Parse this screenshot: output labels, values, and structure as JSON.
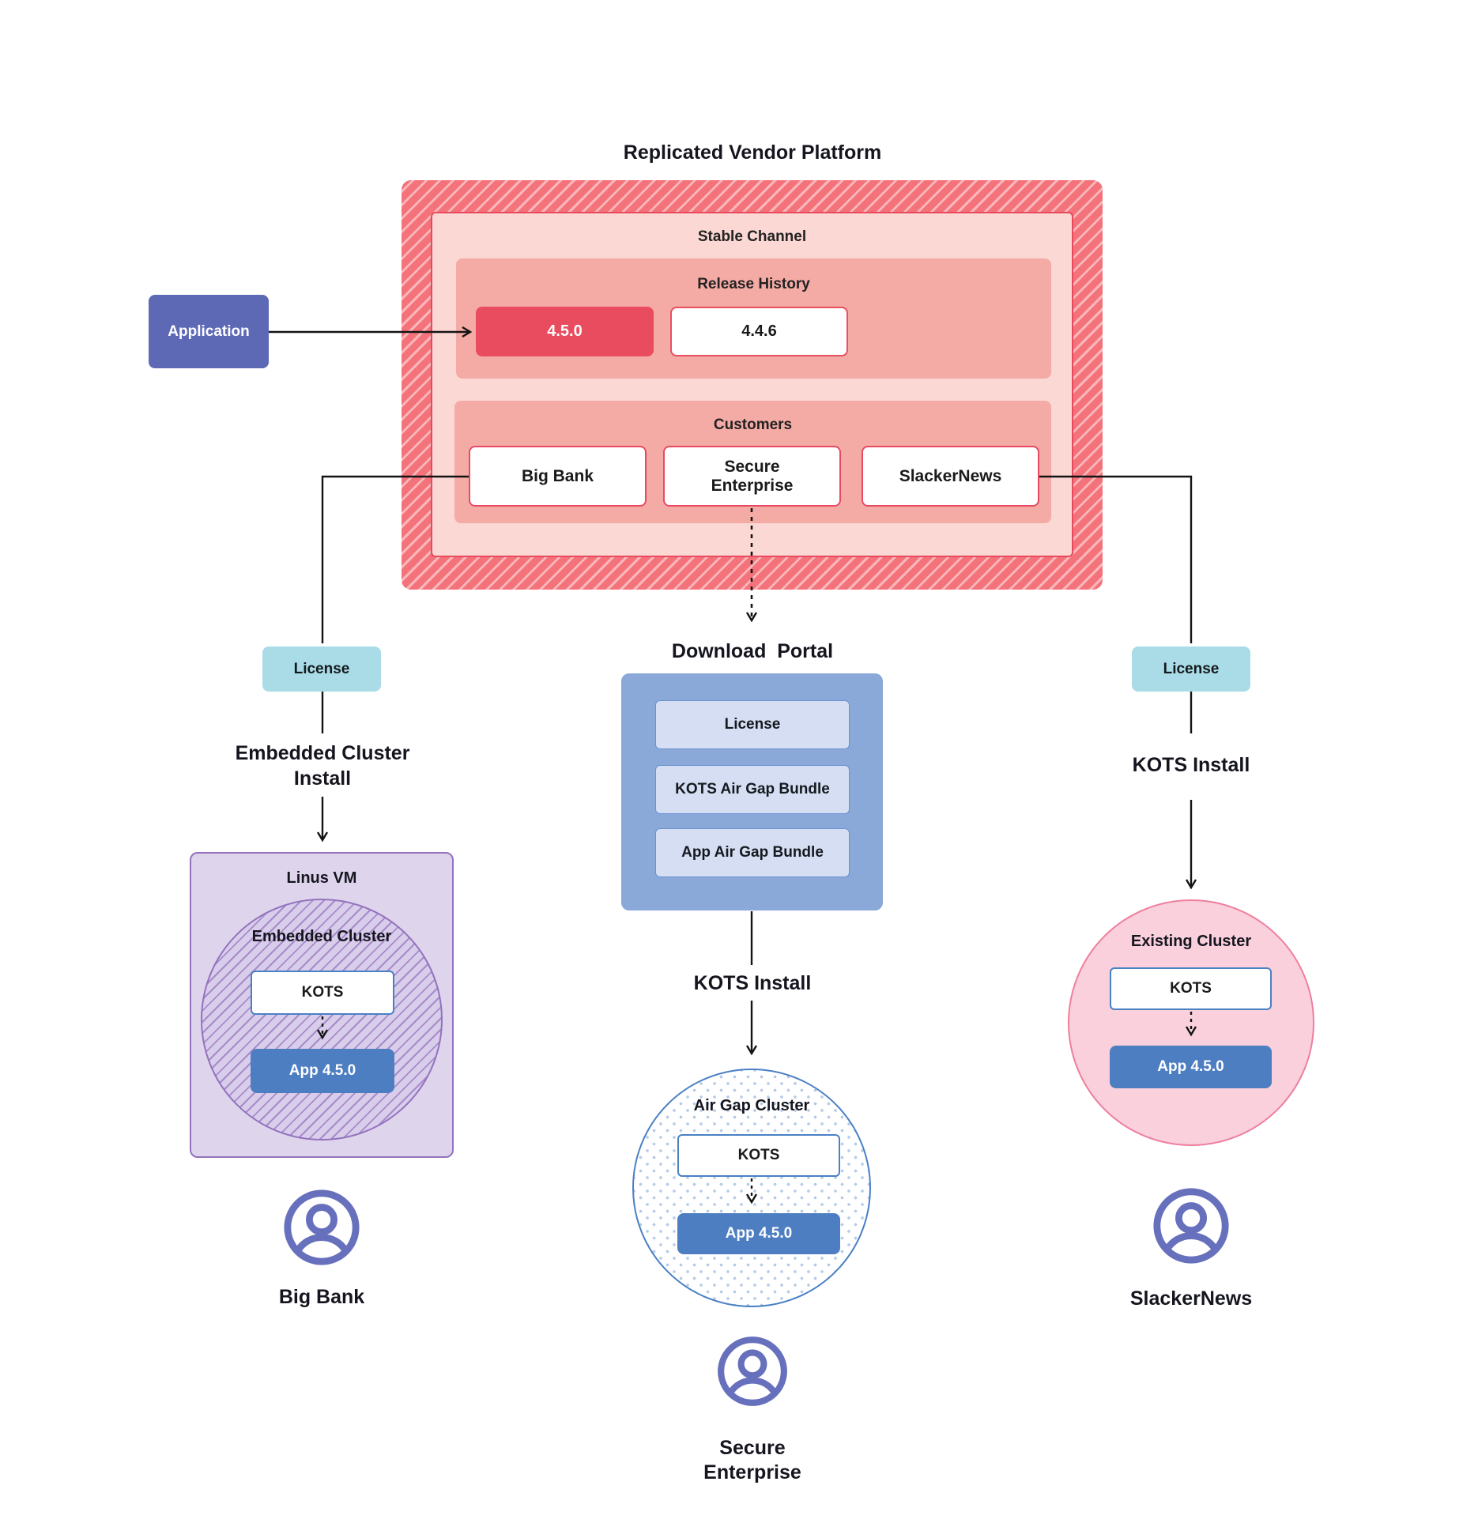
{
  "title": "Replicated Vendor Platform",
  "application_label": "Application",
  "platform": {
    "stable_channel_label": "Stable Channel",
    "release_history": {
      "label": "Release History",
      "releases": [
        {
          "version": "4.5.0",
          "current": true
        },
        {
          "version": "4.4.6",
          "current": false
        }
      ]
    },
    "customers": {
      "label": "Customers",
      "items": [
        "Big Bank",
        "Secure\nEnterprise",
        "SlackerNews"
      ]
    }
  },
  "left_branch": {
    "license_label": "License",
    "install_label": "Embedded Cluster\nInstall",
    "vm_label": "Linus VM",
    "cluster_label": "Embedded Cluster",
    "kots_label": "KOTS",
    "app_label": "App 4.5.0",
    "user_label": "Big Bank"
  },
  "middle_branch": {
    "portal_label": "Download  Portal",
    "portal_items": [
      "License",
      "KOTS Air Gap Bundle",
      "App Air Gap Bundle"
    ],
    "install_label": "KOTS Install",
    "cluster_label": "Air Gap Cluster",
    "kots_label": "KOTS",
    "app_label": "App 4.5.0",
    "user_label": "Secure\nEnterprise"
  },
  "right_branch": {
    "license_label": "License",
    "install_label": "KOTS Install",
    "cluster_label": "Existing Cluster",
    "kots_label": "KOTS",
    "app_label": "App 4.5.0",
    "user_label": "SlackerNews"
  },
  "colors": {
    "hatch_red": "#f4737b",
    "hatch_red_stripe": "#f9b7bb",
    "stable_fill": "#fbd8d3",
    "stable_border": "#e8495c",
    "panel_fill": "#f5aba5",
    "release_current_fill": "#e94b5f",
    "customer_border": "#e84a63",
    "application_fill": "#5e69b6",
    "license_fill": "#a9dce7",
    "portal_fill": "#8aa8d8",
    "portal_item_fill": "#d5def2",
    "vm_fill": "#ded5ed",
    "vm_border": "#9372bd",
    "embedded_circle_fill": "#d8cdea",
    "kots_border": "#4a80c4",
    "app_fill": "#4d7ec1",
    "existing_fill": "#f9d0db",
    "existing_border": "#ee7f9d",
    "user_icon": "#6770bc",
    "line": "#141414"
  }
}
